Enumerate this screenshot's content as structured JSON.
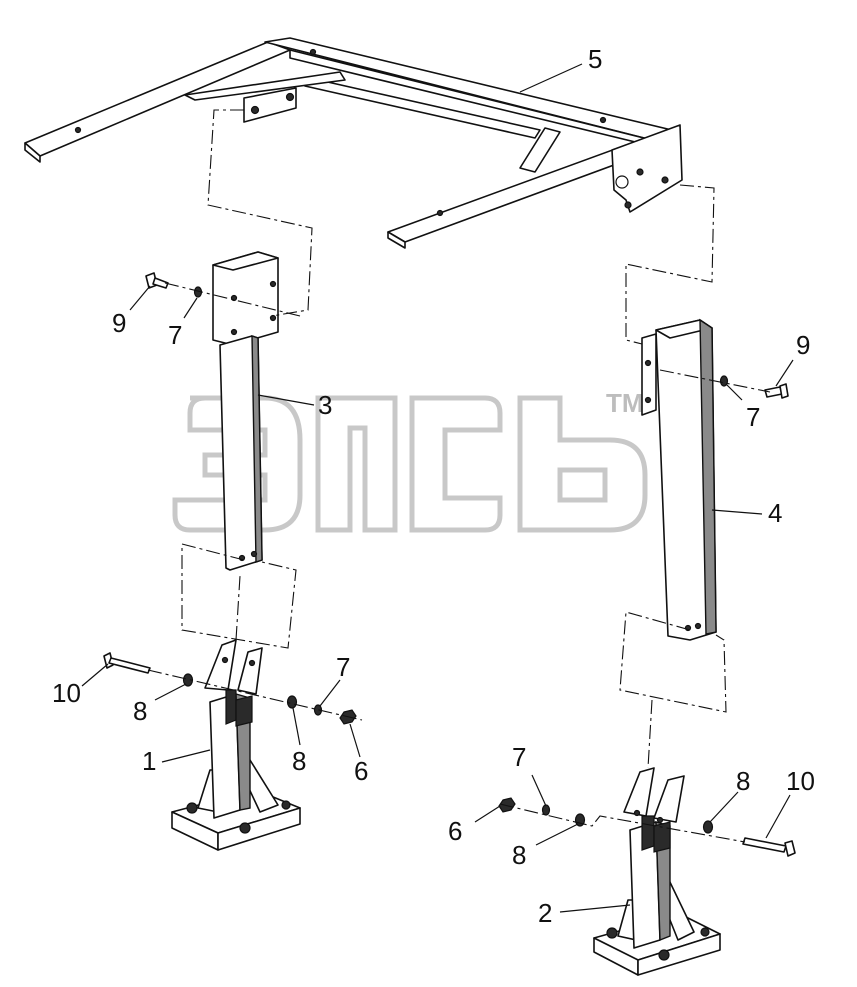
{
  "watermark": {
    "tm": "TM"
  },
  "callouts": {
    "c1": "1",
    "c2": "2",
    "c3": "3",
    "c4": "4",
    "c5": "5",
    "c6a": "6",
    "c6b": "6",
    "c7a": "7",
    "c7b": "7",
    "c7c": "7",
    "c7d": "7",
    "c8a": "8",
    "c8b": "8",
    "c8c": "8",
    "c8d": "8",
    "c9a": "9",
    "c9b": "9",
    "c10a": "10",
    "c10b": "10"
  }
}
